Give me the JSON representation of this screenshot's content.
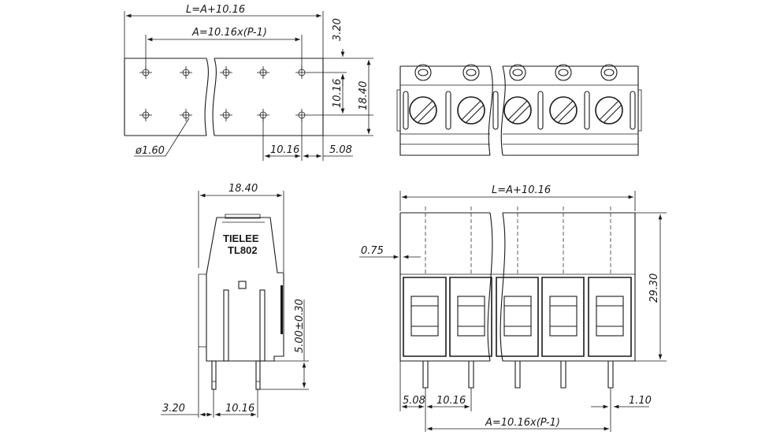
{
  "top_view": {
    "dim_overall": "L=A+10.16",
    "dim_pitch_total": "A=10.16x(P-1)",
    "dim_top_offset": "3.20",
    "dim_row_spacing": "10.16",
    "dim_depth": "18.40",
    "dim_hole_dia": "ø1.60",
    "dim_pitch": "10.16",
    "dim_edge": "5.08"
  },
  "side_view": {
    "dim_width": "18.40",
    "brand": "TIELEE",
    "model": "TL802",
    "dim_pin_length": "5.00±0.30",
    "dim_pin_offset": "3.20",
    "dim_pin_pitch": "10.16"
  },
  "front_view": {
    "dim_overall": "L=A+10.16",
    "dim_wall": "0.75",
    "dim_height": "29.30",
    "dim_edge": "5.08",
    "dim_pitch": "10.16",
    "dim_pitch_total": "A=10.16x(P-1)",
    "dim_pin_width": "1.10"
  }
}
